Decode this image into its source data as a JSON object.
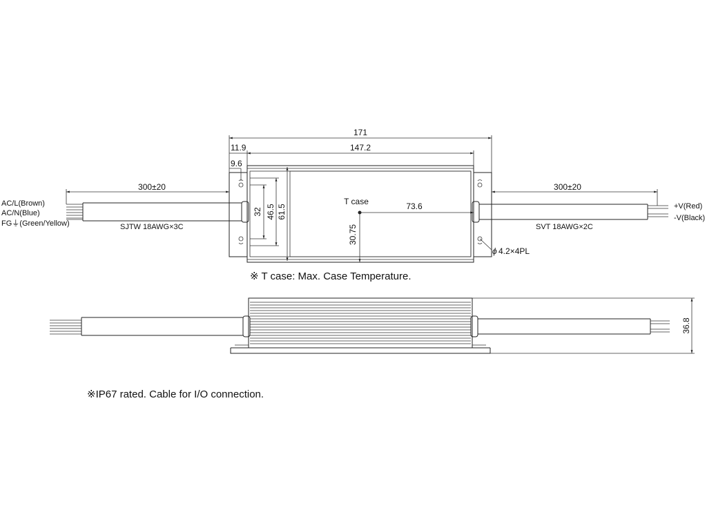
{
  "top_view": {
    "dims": {
      "overall": "171",
      "body_length": "147.2",
      "flange_offset": "11.9",
      "hole_offset": "9.6",
      "cable_left": "300±20",
      "cable_right": "300±20",
      "h32": "32",
      "h46_5": "46.5",
      "h61_5": "61.5",
      "tcase_x": "73.6",
      "tcase_y": "30.75"
    },
    "tcase_label": "T case",
    "hole_label": "4.2×4PL",
    "phi": "ϕ",
    "left_wires": [
      "AC/L(Brown)",
      "AC/N(Blue)",
      "FG⏚(Green/Yellow)"
    ],
    "left_cable_label": "SJTW 18AWG×3C",
    "right_cable_label": "SVT 18AWG×2C",
    "right_wires": [
      "+V(Red)",
      "-V(Black)"
    ]
  },
  "notes": {
    "tcase_note": "※ T case: Max. Case Temperature.",
    "ip_note": "※IP67 rated. Cable for I/O connection."
  },
  "side_view": {
    "height": "36.8"
  }
}
